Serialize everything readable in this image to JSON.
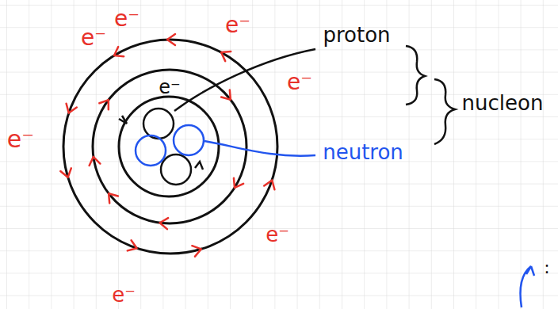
{
  "diagram": {
    "labels": [
      "e⁻",
      "e⁻",
      "proton",
      "e⁻",
      "e⁻",
      "e⁻",
      "nucleon",
      "e⁻",
      "neutron",
      "e⁻",
      "e⁻",
      ":"
    ]
  }
}
